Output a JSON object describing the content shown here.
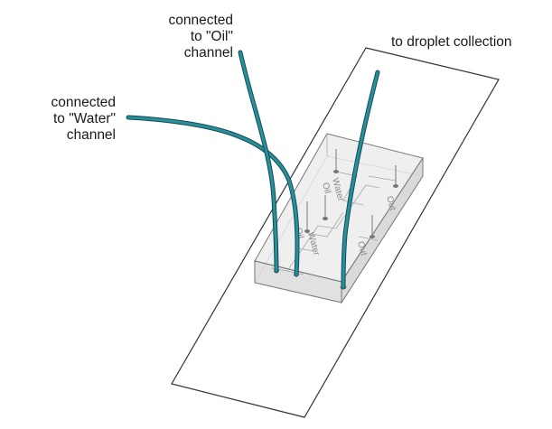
{
  "labels": {
    "oil": [
      "connected",
      "to \"Oil\"",
      "channel"
    ],
    "water": [
      "connected",
      "to \"Water\"",
      "channel"
    ],
    "collection": "to droplet collection"
  },
  "chip_markings": {
    "back_row": [
      "Oil",
      "Water",
      "Out"
    ],
    "front_row": [
      "Oil",
      "Water",
      "Out"
    ]
  },
  "colors": {
    "tubing": "#2b8f99",
    "tubing_edge": "#0f4d55",
    "slide": "#ffffff",
    "chip_fill": "#e7e7e7"
  }
}
